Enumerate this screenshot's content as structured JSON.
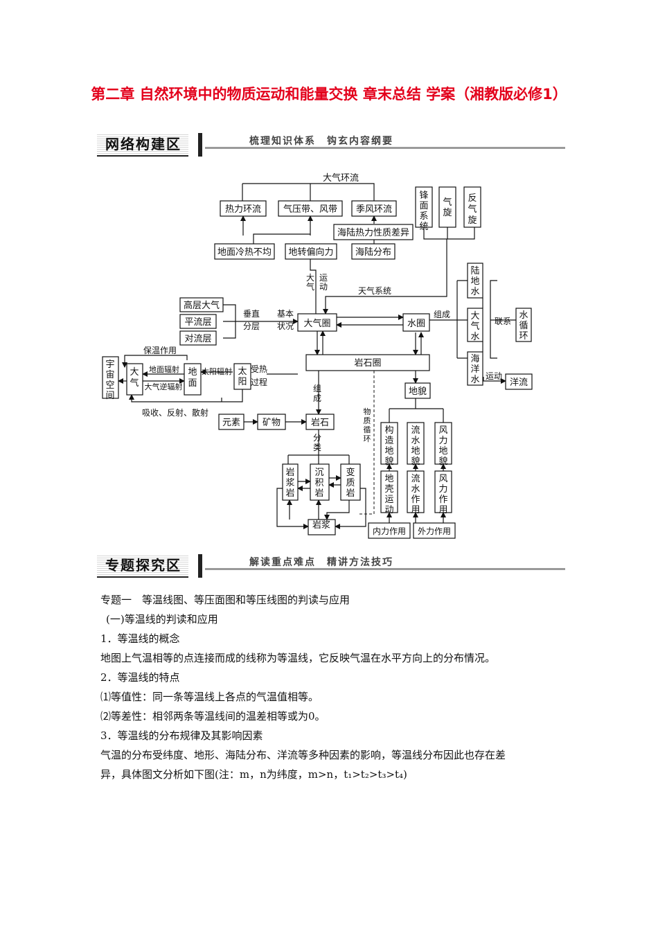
{
  "title": "第二章 自然环境中的物质运动和能量交换 章末总结 学案（湘教版必修1）",
  "banner1": {
    "tag": "网络构建区",
    "sub": "梳理知识体系　钩玄内容纲要"
  },
  "banner2": {
    "tag": "专题探究区",
    "sub": "解读重点难点　精讲方法技巧"
  },
  "diagram": {
    "atm_circulation": "大气环流",
    "thermal_circulation": "热力环流",
    "pressure_belts": "气压带、风带",
    "monsoon": "季风环流",
    "land_sea_diff": "海陆热力性质差异",
    "uneven_heating": "地面冷热不均",
    "coriolis": "地转偏向力",
    "land_sea_dist": "海陆分布",
    "front": "锋面系统",
    "cyclone": "气旋",
    "anticyclone": "反气旋",
    "weather_system": "天气系统",
    "atm_motion_1": "大气",
    "atm_motion_2": "运动",
    "upper_atm": "高层大气",
    "stratosphere": "平流层",
    "troposphere": "对流层",
    "vertical_1": "垂直",
    "vertical_2": "分层",
    "basic_1": "基本",
    "basic_2": "状况",
    "atmosphere": "大气圈",
    "hydrosphere": "水圈",
    "composition": "组成",
    "land_water": "陆地水",
    "atm_water": "大气水",
    "ocean_water": "海洋水",
    "link": "联系",
    "water_cycle": "水循环",
    "motion": "运动",
    "ocean_current": "洋流",
    "lithosphere": "岩石圈",
    "space": "宇宙空间",
    "air": "大气",
    "ground": "地面",
    "sun": "太阳",
    "insulation": "保温作用",
    "ground_rad": "地面辐射",
    "solar_rad": "太阳辐射",
    "counter_rad": "大气逆辐射",
    "heating_1": "受热",
    "heating_2": "过程",
    "absorb": "吸收、反射、散射",
    "landform": "地貌",
    "element": "元素",
    "mineral": "矿物",
    "rock": "岩石",
    "form_1": "组",
    "form_2": "成",
    "classify_1": "分",
    "classify_2": "类",
    "material_cycle": "物质循环",
    "igneous": "岩浆岩",
    "sedimentary": "沉积岩",
    "metamorphic": "变质岩",
    "magma": "岩浆",
    "tectonic_lf": "构造地貌",
    "fluvial_lf": "流水地貌",
    "aeolian_lf": "风力地貌",
    "crust_motion": "地壳运动",
    "fluvial_action": "流水作用",
    "wind_action": "风力作用",
    "internal": "内力作用",
    "external": "外力作用"
  },
  "content": {
    "topic": "专题一　等温线图、等压面图和等压线图的判读与应用",
    "sub1": "(一)等温线的判读和应用",
    "h1": "1．等温线的概念",
    "p1": "地图上气温相等的点连接而成的线称为等温线，它反映气温在水平方向上的分布情况。",
    "h2": "2．等温线的特点",
    "p2": "⑴等值性：同一条等温线上各点的气温值相等。",
    "p3": "⑵等差性：相邻两条等温线间的温差相等或为0。",
    "h3": "3．等温线的分布规律及其影响因素",
    "p4a": "气温的分布受纬度、地形、海陆分布、洋流等多种因素的影响，等温线分布因此也存在差",
    "p4b": "异，具体图文分析如下图(注：m，n为纬度，m>n，t₁>t₂>t₃>t₄)"
  }
}
